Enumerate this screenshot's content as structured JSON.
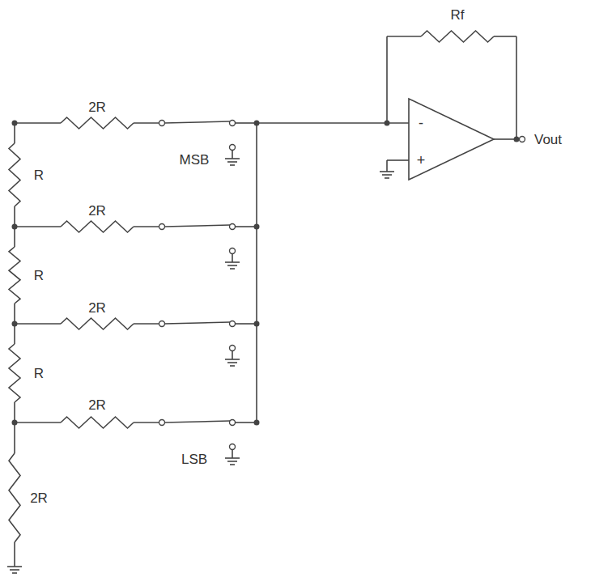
{
  "diagram": {
    "labels": [
      "Rf",
      "2R",
      "2R",
      "2R",
      "2R",
      "2R",
      "R",
      "R",
      "R",
      "MSB",
      "LSB",
      "Vout",
      "-",
      "+"
    ]
  }
}
